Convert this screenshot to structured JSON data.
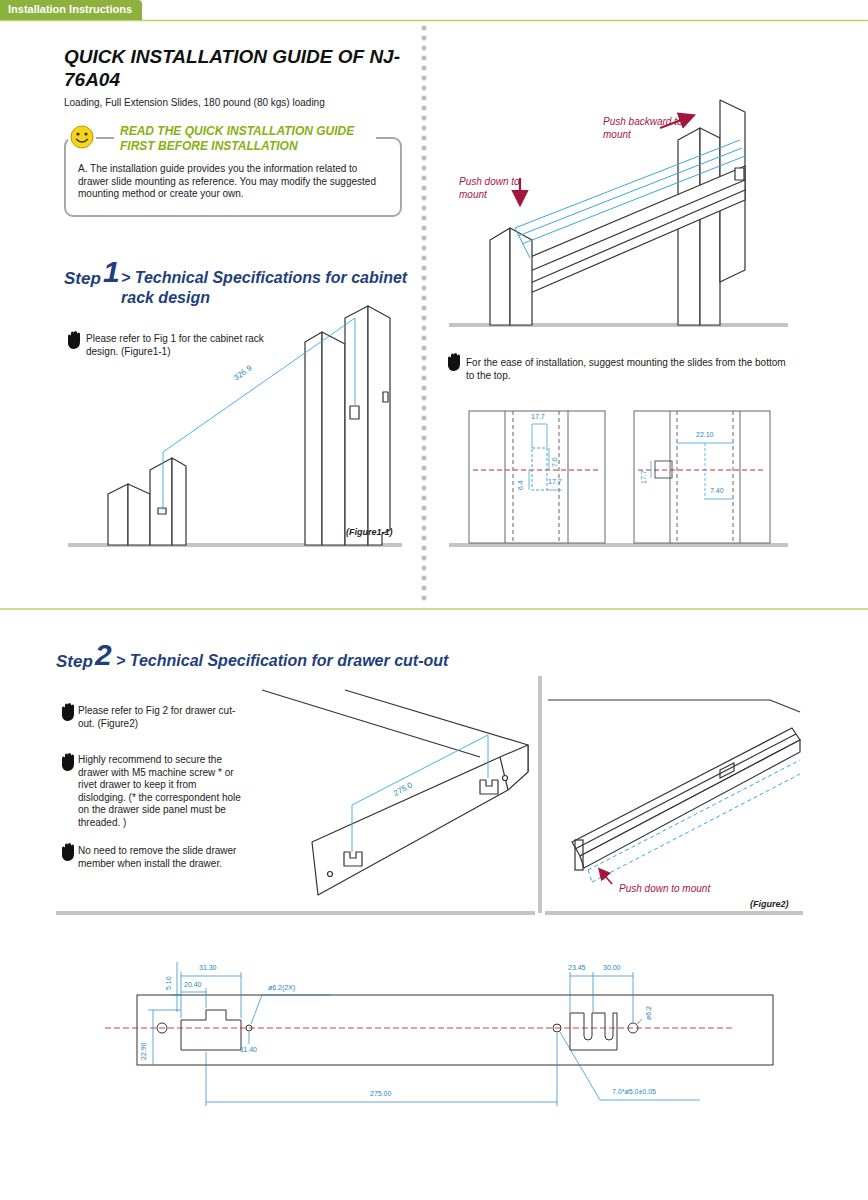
{
  "diagram": {
    "title": "QUICK INSTALLATION GUIDE OF NJ-76A04",
    "nodes": [
      {
        "text": [
          "Installation Instructions"
        ]
      },
      {
        "text": [
          "READ THE QUICK INSTALLATION GUIDE FIRST BEFORE INSTALLATION",
          "A. The installation guide provides you the information related to drawer slide mounting as reference. You may modify the suggested mounting method or create your own."
        ]
      }
    ],
    "labels": [
      "Loading, Full Extension Slides, 180 pound (80 kgs) loading",
      "Step",
      "1",
      "> Technical Specifications for cabinet rack design",
      "Please refer to Fig 1 for the cabinet rack design. (Figure1-1)",
      "326.9",
      "(Figure1-1)",
      "Push backward to mount",
      "Push down to mount",
      "For the ease of installation, suggest mounting the slides from the bottom to the top.",
      "17.7",
      "7.0",
      "6.4",
      "17.7",
      "22.10",
      "17.7",
      "7.40",
      "Step",
      "2",
      "> Technical Specification for drawer cut-out",
      "Please refer to Fig 2 for drawer cut-out. (Figure2)",
      "Highly recommend to secure the drawer with M5 machine screw * or rivet drawer to keep it from dislodging. (* the correspondent hole on the drawer side panel must be threaded. )",
      "No need to remove the slide drawer member when install the drawer.",
      "275.0",
      "Push down to mount",
      "(Figure2)",
      "31.30",
      "20.40",
      "5.10",
      "ø6.2(2X)",
      "22.90",
      "11.40",
      "275.00",
      "23.45",
      "30.00",
      "ø6.2",
      "7.0*ø5.0±0.05"
    ]
  }
}
